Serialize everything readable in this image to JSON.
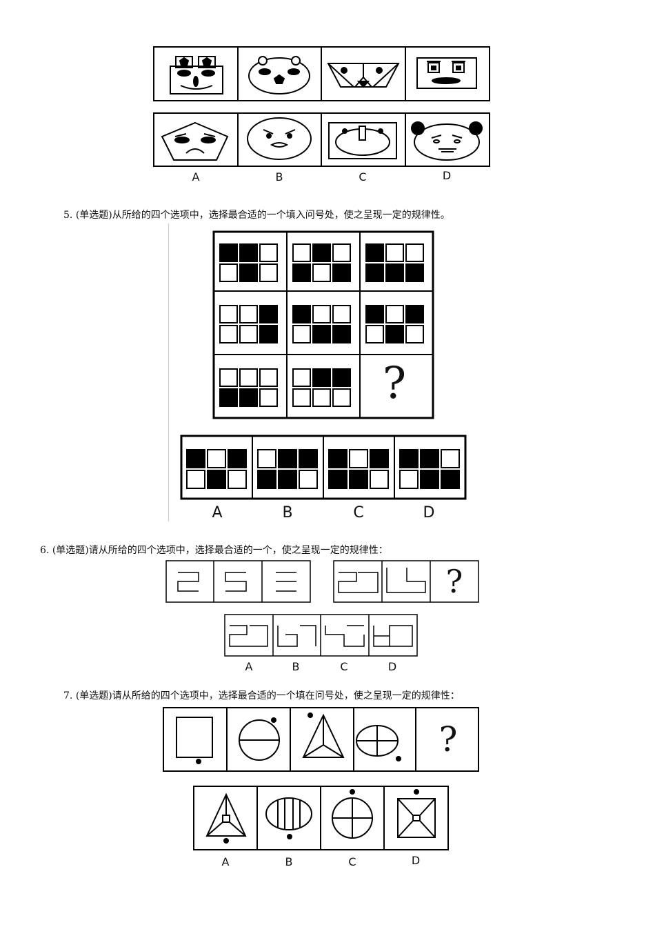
{
  "faces_row_option_labels": [
    "A",
    "B",
    "C",
    "D"
  ],
  "questions": [
    {
      "number": "5.",
      "text": "(单选题)从所给的四个选项中，选择最合适的一个填入问号处，使之呈现一定的规律性。",
      "question_mark": "?",
      "grid": [
        [
          [
            1,
            1,
            0,
            0,
            1,
            0
          ],
          [
            0,
            1,
            0,
            1,
            0,
            1
          ],
          [
            1,
            0,
            0,
            1,
            1,
            1
          ]
        ],
        [
          [
            0,
            0,
            1,
            0,
            0,
            1
          ],
          [
            1,
            0,
            0,
            0,
            1,
            1
          ],
          [
            1,
            0,
            1,
            0,
            1,
            0
          ]
        ],
        [
          [
            0,
            0,
            0,
            1,
            1,
            0
          ],
          [
            0,
            1,
            1,
            0,
            0,
            0
          ],
          null
        ]
      ],
      "options": [
        {
          "label": "A",
          "cells": [
            1,
            0,
            1,
            0,
            1,
            0
          ]
        },
        {
          "label": "B",
          "cells": [
            0,
            1,
            1,
            1,
            1,
            0
          ]
        },
        {
          "label": "C",
          "cells": [
            1,
            0,
            1,
            1,
            1,
            0
          ]
        },
        {
          "label": "D",
          "cells": [
            1,
            1,
            0,
            0,
            1,
            1
          ]
        }
      ]
    },
    {
      "number": "6.",
      "text": "(单选题)请从所给的四个选项中，选择最合适的一个，使之呈现一定的规律性：",
      "question_mark": "?",
      "options": [
        "A",
        "B",
        "C",
        "D"
      ]
    },
    {
      "number": "7.",
      "text": "(单选题)请从所给的四个选项中，选择最合适的一个填在问号处，使之呈现一定的规律性：",
      "question_mark": "?",
      "options": [
        "A",
        "B",
        "C",
        "D"
      ]
    }
  ]
}
